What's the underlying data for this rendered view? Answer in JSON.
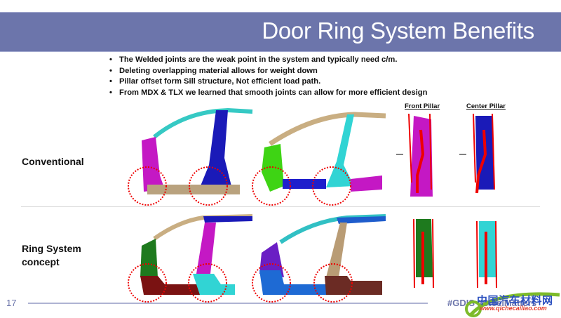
{
  "slide": {
    "title": "Door Ring System Benefits",
    "page_number": "17",
    "footer_hashtag": "#GDIS #SteelMatters",
    "accent_color": "#6c75ab"
  },
  "bullets": [
    "The Welded joints are the weak point in the system and typically need c/m.",
    "Deleting overlapping material allows for weight down",
    "Pillar offset form Sill structure, Not efficient  load path.",
    "From MDX & TLX we learned that smooth joints can allow for more efficient design"
  ],
  "rows": [
    {
      "label": "Conventional"
    },
    {
      "label_line1": "Ring System",
      "label_line2": "concept"
    }
  ],
  "pillar_sections": {
    "front_label": "Front Pillar",
    "center_label": "Center Pillar"
  },
  "watermark": {
    "cn_text": "中国汽车材料网",
    "url_text": "www.qichecailiao.com"
  }
}
